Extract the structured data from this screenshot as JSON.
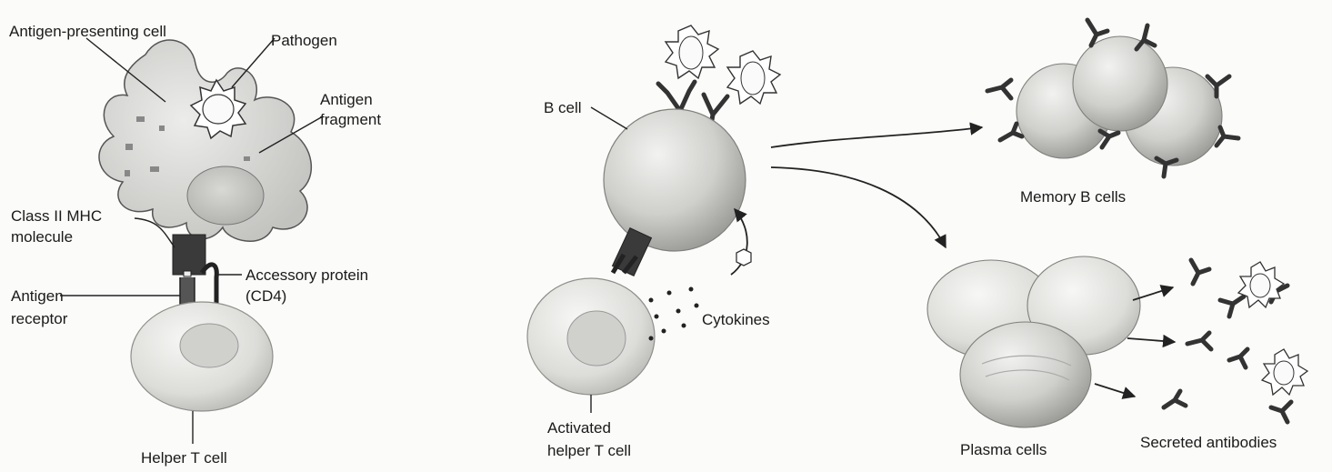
{
  "labels": {
    "apc": "Antigen-presenting cell",
    "pathogen": "Pathogen",
    "antigen_fragment_1": "Antigen",
    "antigen_fragment_2": "fragment",
    "mhc_1": "Class II MHC",
    "mhc_2": "molecule",
    "accessory_1": "Accessory protein",
    "accessory_2": "(CD4)",
    "receptor_1": "Antigen",
    "receptor_2": "receptor",
    "helper_t": "Helper T cell",
    "b_cell": "B cell",
    "cytokines": "Cytokines",
    "activated_1": "Activated",
    "activated_2": "helper T cell",
    "memory_b": "Memory B cells",
    "plasma": "Plasma cells",
    "secreted": "Secreted antibodies"
  },
  "colors": {
    "ink": "#1a1a1a",
    "cell_light": "#e4e4e2",
    "cell_mid": "#c9c9c6",
    "cell_dark": "#a9a9a6",
    "receptor_dark": "#3a3a3a"
  }
}
